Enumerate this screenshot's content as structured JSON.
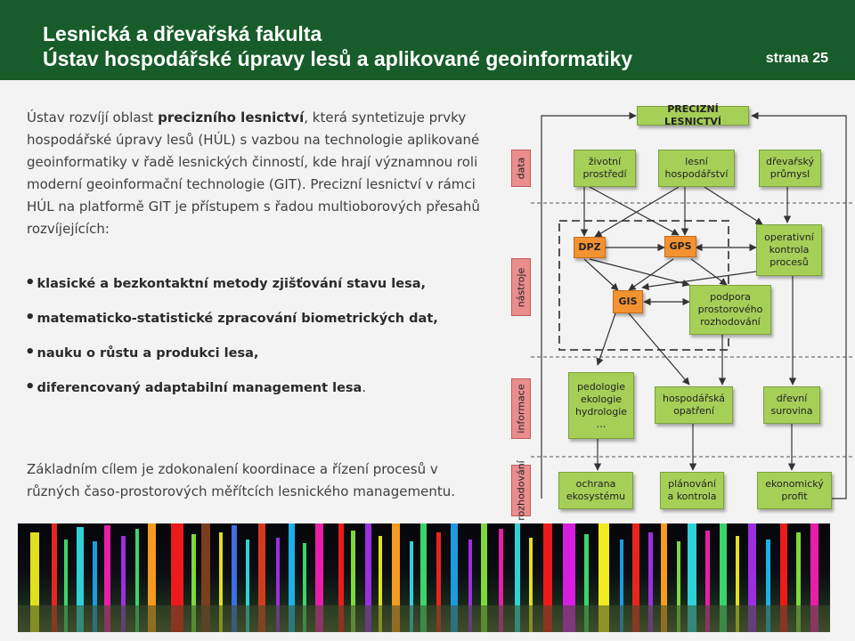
{
  "header": {
    "line1": "Lesnická a dřevařská fakulta",
    "line2": "Ústav hospodářské úpravy lesů a aplikované geoinformatiky",
    "page_label": "strana 25"
  },
  "intro": {
    "p1_pre": "Ústav rozvíjí oblast ",
    "p1_bold": "precizního lesnictví",
    "p1_post": ", která syntetizuje prvky hospodářské úpravy lesů (HÚL) s vazbou na technologie aplikované geoinformatiky v řadě lesnických činností, kde hrají významnou roli moderní geoinformační technologie (GIT). Precizní lesnictví v rámci HÚL na platformě GIT je přístupem s řadou multioborových přesahů rozvíjejících:"
  },
  "bullets": [
    {
      "text": "klasické a bezkontaktní metody zjišťování stavu lesa,",
      "tail": ""
    },
    {
      "text": "matematicko-statistické zpracování biometrických dat,",
      "tail": ""
    },
    {
      "text": "nauku o růstu a produkci lesa,",
      "tail": ""
    },
    {
      "text": "diferencovaný adaptabilní management lesa",
      "tail": "."
    }
  ],
  "bullet_glyph": "•",
  "closing": "Základním cílem je zdokonalení koordinace a řízení procesů v různých časo-prostorových měřítcích lesnického managementu.",
  "diagram": {
    "bands": [
      "data",
      "nástroje",
      "informace",
      "rozhodování"
    ],
    "nodes": {
      "precizni": "PRECIZNÍ LESNICTVÍ",
      "zivotni": "životní\nprostředí",
      "lesni": "lesní\nhospodářství",
      "drevarsky": "dřevařský\nprůmysl",
      "dpz": "DPZ",
      "gps": "GPS",
      "operativni": "operativní\nkontrola\nprocesů",
      "gis": "GIS",
      "podpora": "podpora\nprostorového\nrozhodování",
      "pedologie": "pedologie\nekologie\nhydrologie\n…",
      "hospodarska": "hospodářská\nopatření",
      "drevni": "dřevní\nsurovina",
      "ochrana": "ochrana\nekosystému",
      "planovani": "plánování\na kontrola",
      "ekonomicky": "ekonomický\nprofit"
    }
  },
  "colors": {
    "header_bg": "#175c2a",
    "box_green": "#a6cf58",
    "box_orange": "#f39231",
    "band_red": "#ea8d8d"
  }
}
